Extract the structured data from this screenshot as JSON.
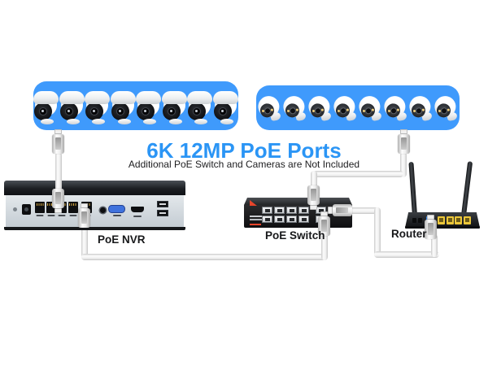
{
  "title": {
    "text": "6K 12MP PoE Ports",
    "color": "#2b95f5"
  },
  "subtitle": {
    "text": "Additional PoE Switch and Cameras are Not Included",
    "color": "#1d1d1f"
  },
  "camera_groups": {
    "left": {
      "style": "turret",
      "count": 8,
      "box_color": "#3f9afc"
    },
    "right": {
      "style": "dome",
      "count": 8,
      "box_color": "#3f9afc"
    }
  },
  "devices": {
    "nvr": {
      "label": "PoE NVR",
      "poe_ports": 4,
      "lan_ports": 1,
      "usb_ports": 2
    },
    "switch": {
      "label": "PoE Switch",
      "poe_ports": 8,
      "uplink_ports": 2,
      "accent_color": "#e8452b"
    },
    "router": {
      "label": "Router",
      "antennas": 2,
      "wan_ports": 1,
      "lan_ports": 4,
      "wan_port_color": "#3488ea",
      "lan_port_color": "#ecc73a"
    }
  },
  "connections": [
    "left-cameras to nvr-poe-port",
    "nvr-lan-port to switch-uplink-port",
    "right-cameras to switch-poe-port",
    "switch-uplink-port to router-wan-port"
  ]
}
